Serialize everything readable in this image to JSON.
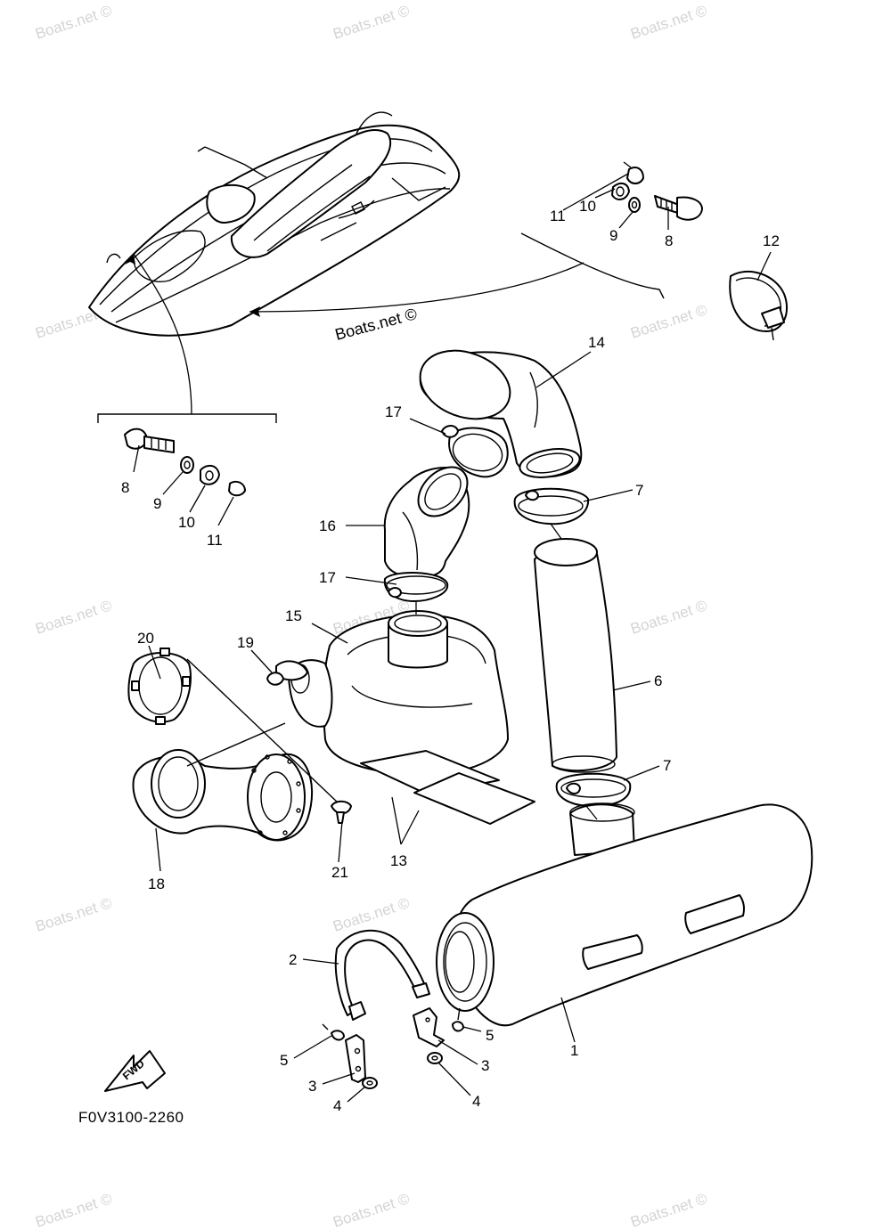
{
  "watermark": "Boats.net ©",
  "diagram_code": "F0V3100-2260",
  "fwd_label": "FWD",
  "callouts": {
    "c1": "1",
    "c2": "2",
    "c3a": "3",
    "c3b": "3",
    "c4a": "4",
    "c4b": "4",
    "c5a": "5",
    "c5b": "5",
    "c6": "6",
    "c7a": "7",
    "c7b": "7",
    "c8a": "8",
    "c8b": "8",
    "c9a": "9",
    "c9b": "9",
    "c10a": "10",
    "c10b": "10",
    "c11a": "11",
    "c11b": "11",
    "c12": "12",
    "c13": "13",
    "c14": "14",
    "c15": "15",
    "c16": "16",
    "c17a": "17",
    "c17b": "17",
    "c18": "18",
    "c19": "19",
    "c20": "20",
    "c21": "21"
  }
}
